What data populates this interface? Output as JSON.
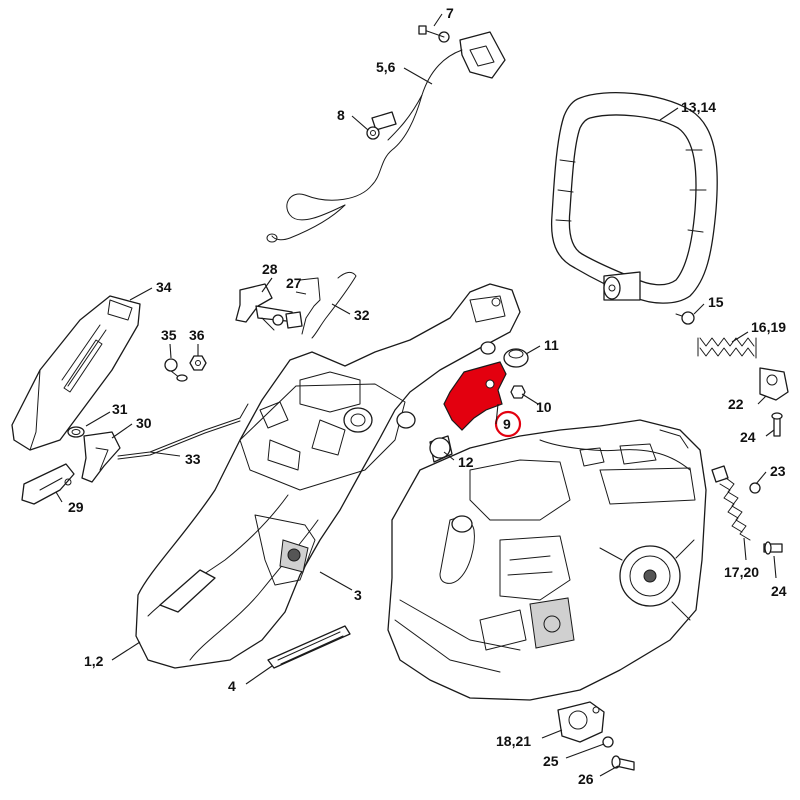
{
  "diagram": {
    "labels": [
      "7",
      "5,6",
      "8",
      "13,14",
      "34",
      "28",
      "27",
      "32",
      "35",
      "36",
      "11",
      "10",
      "9",
      "15",
      "16,19",
      "22",
      "24",
      "31",
      "30",
      "33",
      "12",
      "29",
      "23",
      "17,20",
      "24",
      "3",
      "1,2",
      "4",
      "18,21",
      "25",
      "26"
    ],
    "highlight": {
      "part": "9",
      "color": "#e3000f"
    }
  }
}
